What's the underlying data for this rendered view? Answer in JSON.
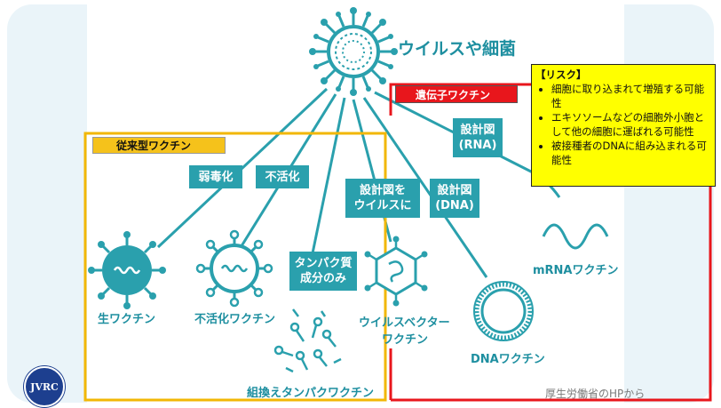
{
  "title": "ウイルスや細菌",
  "traditional_header": "従来型ワクチン",
  "gene_header": "遺伝子ワクチン",
  "methods": {
    "attenuated": "弱毒化",
    "inactivated": "不活化",
    "protein_line1": "タンパク質",
    "protein_line2": "成分のみ",
    "blueprint_virus_line1": "設計図を",
    "blueprint_virus_line2": "ウイルスに",
    "blueprint_dna_line1": "設計図",
    "blueprint_dna_line2": "(DNA)",
    "blueprint_rna_line1": "設計図",
    "blueprint_rna_line2": "(RNA)"
  },
  "vaccines": {
    "live": "生ワクチン",
    "inactivated": "不活化ワクチン",
    "viral_vector_line1": "ウイルスベクター",
    "viral_vector_line2": "ワクチン",
    "recombinant": "組換えタンパクワクチン",
    "dna": "DNAワクチン",
    "mrna": "mRNAワクチン"
  },
  "risk": {
    "title": "【リスク】",
    "items": [
      "細胞に取り込まれて増殖する可能性",
      "エキソソームなどの細胞外小胞として他の細胞に運ばれる可能性",
      "被接種者のDNAに組み込まれる可能性"
    ]
  },
  "credit": "厚生労働省のHPから",
  "logo_text": "JVRC",
  "colors": {
    "teal": "#2aa0ad",
    "label_teal": "#1e8fa0",
    "traditional_frame": "#f2b705",
    "gene_frame": "#e8161c",
    "risk_bg": "#ffff00"
  }
}
